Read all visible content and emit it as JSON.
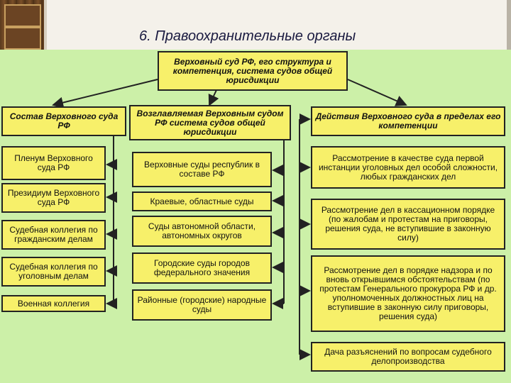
{
  "header": {
    "title": "6. Правоохранительные органы"
  },
  "diagram": {
    "root": "Верховный суд РФ, его структура и компетенция, система судов общей юрисдикции",
    "left_head": "Состав Верховного суда РФ",
    "center_head": "Возглавляемая Верховным судом РФ система судов общей юрисдикции",
    "right_head": "Действия Верховного суда в пределах его компетенции",
    "left_items": [
      "Пленум Верховного суда РФ",
      "Президиум Верховного суда РФ",
      "Судебная коллегия по гражданским делам",
      "Судебная коллегия по уголовным делам",
      "Военная коллегия"
    ],
    "center_items": [
      "Верховные суды республик в составе РФ",
      "Краевые, областные суды",
      "Суды автономной области, автономных округов",
      "Городские суды городов федерального значения",
      "Районные (городские) народные суды"
    ],
    "right_items": [
      "Рассмотрение в качестве суда первой инстанции уголовных дел особой сложности, любых гражданских дел",
      "Рассмотрение дел в кассационном порядке (по жалобам и протестам на приговоры, решения суда, не вступившие в законную силу)",
      "Рассмотрение дел в порядке надзора и по вновь открывшимся обстоятельствам (по протестам Генерального прокурора РФ и др. уполномоченных должностных лиц на вступившие в законную силу приговоры, решения суда)",
      "Дача разъяснений по вопросам судебного делопроизводства"
    ]
  },
  "colors": {
    "background": "#ccf0a8",
    "box_fill": "#f7f06a",
    "border": "#222222"
  }
}
